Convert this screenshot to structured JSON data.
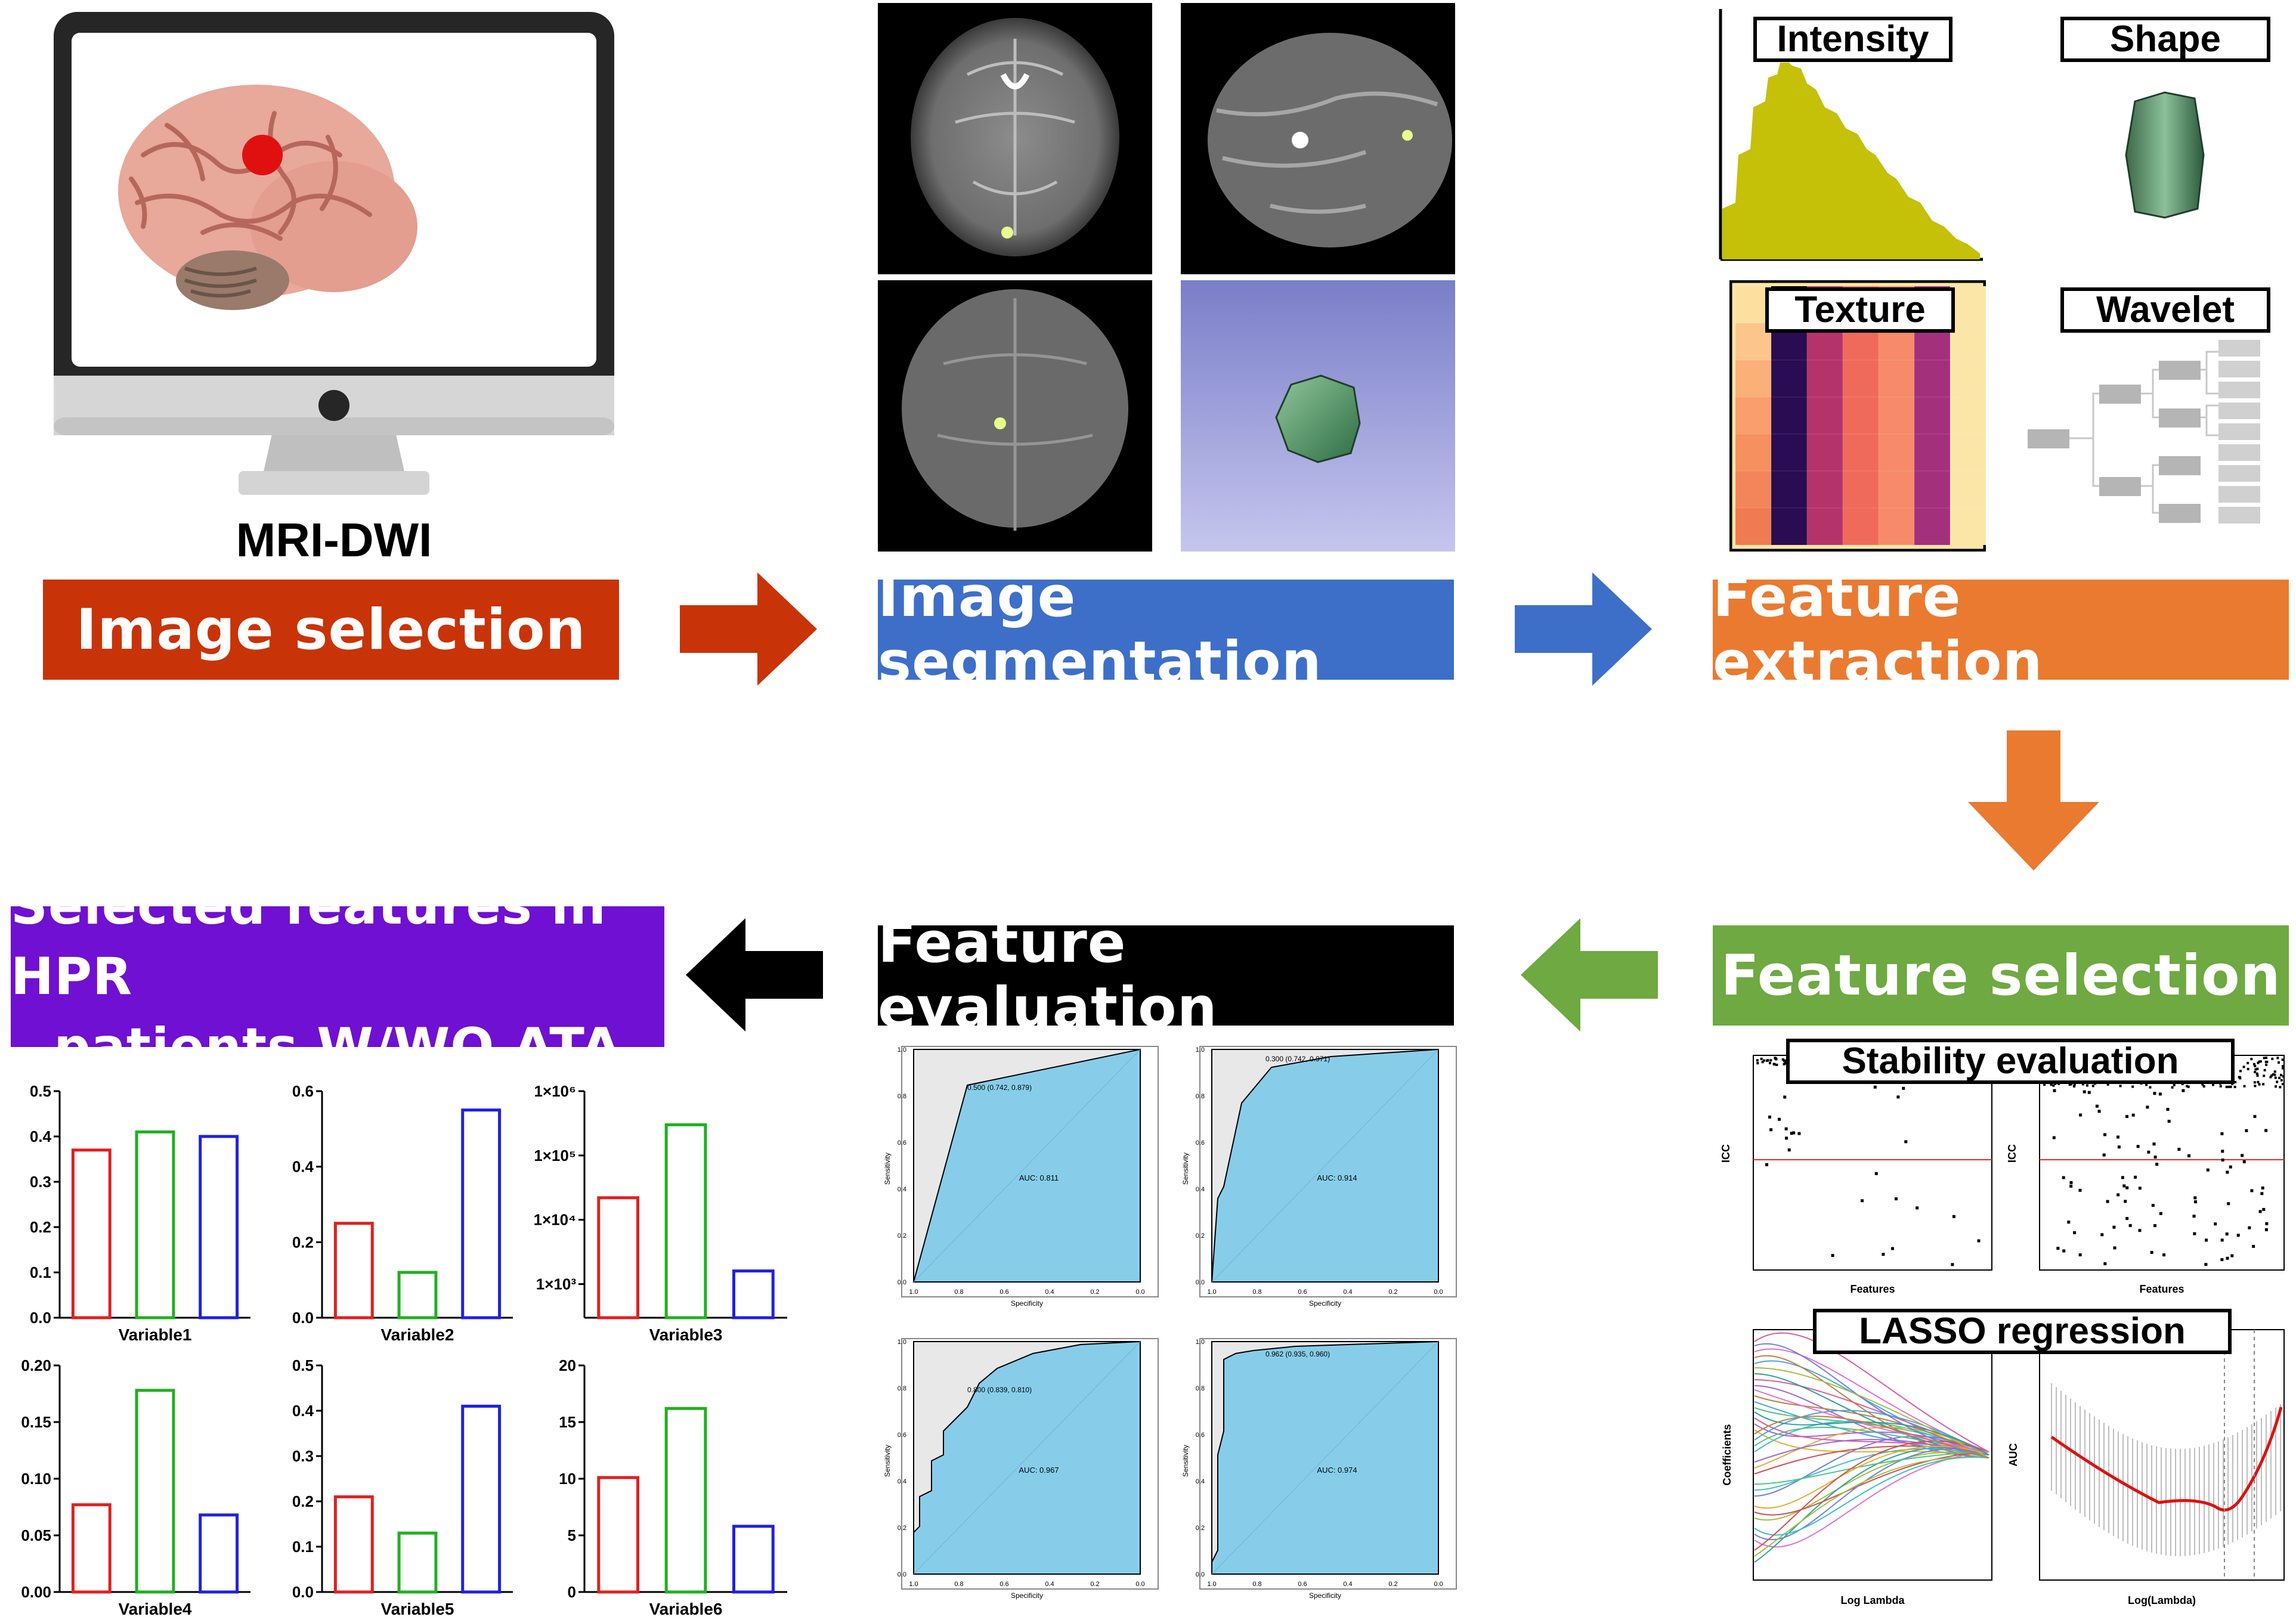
{
  "monitor": {
    "label": "MRI-DWI"
  },
  "stages": {
    "selection": {
      "label": "Image selection",
      "color": "#c93308"
    },
    "segmentation": {
      "label": "Image segmentation",
      "color": "#3d6fc9"
    },
    "extraction": {
      "label": "Feature extraction",
      "color": "#ea7a2f"
    },
    "feature_selection": {
      "label": "Feature selection",
      "color": "#6fa941"
    },
    "evaluation": {
      "label": "Feature evaluation",
      "color": "#000000"
    },
    "selected": {
      "line1": "Selected features in HPR",
      "line2": "patients W/WO ATA",
      "color": "#7010d2"
    }
  },
  "extraction_panels": {
    "intensity": "Intensity",
    "shape": "Shape",
    "texture": "Texture",
    "wavelet": "Wavelet"
  },
  "selection_panels": {
    "stability": "Stability evaluation",
    "lasso": "LASSO regression",
    "icc_axis": "ICC",
    "features_axis": "Features",
    "coef_axis": "Coefficients",
    "auc_axis": "AUC",
    "loglambda": "Log Lambda",
    "loglambda2": "Log(Lambda)"
  },
  "roc": {
    "xlabel": "Specificity",
    "ylabel": "Sensitivity",
    "panels": [
      {
        "auc": "AUC: 0.811",
        "point": "0.500 (0.742, 0.879)"
      },
      {
        "auc": "AUC: 0.914",
        "point": "0.300 (0.742, 0.971)"
      },
      {
        "auc": "AUC: 0.967",
        "point": "0.800 (0.839, 0.810)"
      },
      {
        "auc": "AUC: 0.974",
        "point": "0.962 (0.935, 0.960)"
      }
    ]
  },
  "chart_data": [
    {
      "type": "bar",
      "categories": [
        "",
        "",
        ""
      ],
      "values": [
        0.37,
        0.41,
        0.4
      ],
      "colors": [
        "#e02020",
        "#20b020",
        "#2020e0"
      ],
      "xlabel": "Variable1",
      "ylim": [
        0,
        0.5
      ],
      "yticks": [
        "0.0",
        "0.1",
        "0.2",
        "0.3",
        "0.4",
        "0.5"
      ]
    },
    {
      "type": "bar",
      "categories": [
        "",
        "",
        ""
      ],
      "values": [
        0.25,
        0.12,
        0.55
      ],
      "colors": [
        "#e02020",
        "#20b020",
        "#2020e0"
      ],
      "xlabel": "Variable2",
      "ylim": [
        0,
        0.6
      ],
      "yticks": [
        "0.0",
        "0.2",
        "0.4",
        "0.6"
      ]
    },
    {
      "type": "bar",
      "log_scale": true,
      "categories": [
        "",
        "",
        ""
      ],
      "values": [
        22000,
        300000,
        1600
      ],
      "colors": [
        "#e02020",
        "#20b020",
        "#2020e0"
      ],
      "xlabel": "Variable3",
      "ylim": [
        300,
        1000000
      ],
      "yticks": [
        "1×10³",
        "1×10⁴",
        "1×10⁵",
        "1×10⁶"
      ]
    },
    {
      "type": "bar",
      "categories": [
        "",
        "",
        ""
      ],
      "values": [
        0.077,
        0.178,
        0.068
      ],
      "colors": [
        "#e02020",
        "#20b020",
        "#2020e0"
      ],
      "xlabel": "Variable4",
      "ylim": [
        0,
        0.2
      ],
      "yticks": [
        "0.00",
        "0.05",
        "0.10",
        "0.15",
        "0.20"
      ]
    },
    {
      "type": "bar",
      "categories": [
        "",
        "",
        ""
      ],
      "values": [
        0.21,
        0.13,
        0.41
      ],
      "colors": [
        "#e02020",
        "#20b020",
        "#2020e0"
      ],
      "xlabel": "Variable5",
      "ylim": [
        0,
        0.5
      ],
      "yticks": [
        "0.0",
        "0.1",
        "0.2",
        "0.3",
        "0.4",
        "0.5"
      ]
    },
    {
      "type": "bar",
      "categories": [
        "",
        "",
        ""
      ],
      "values": [
        10.1,
        16.2,
        5.8
      ],
      "colors": [
        "#e02020",
        "#20b020",
        "#2020e0"
      ],
      "xlabel": "Variable6",
      "ylim": [
        0,
        20
      ],
      "yticks": [
        "0",
        "5",
        "10",
        "15",
        "20"
      ]
    }
  ]
}
